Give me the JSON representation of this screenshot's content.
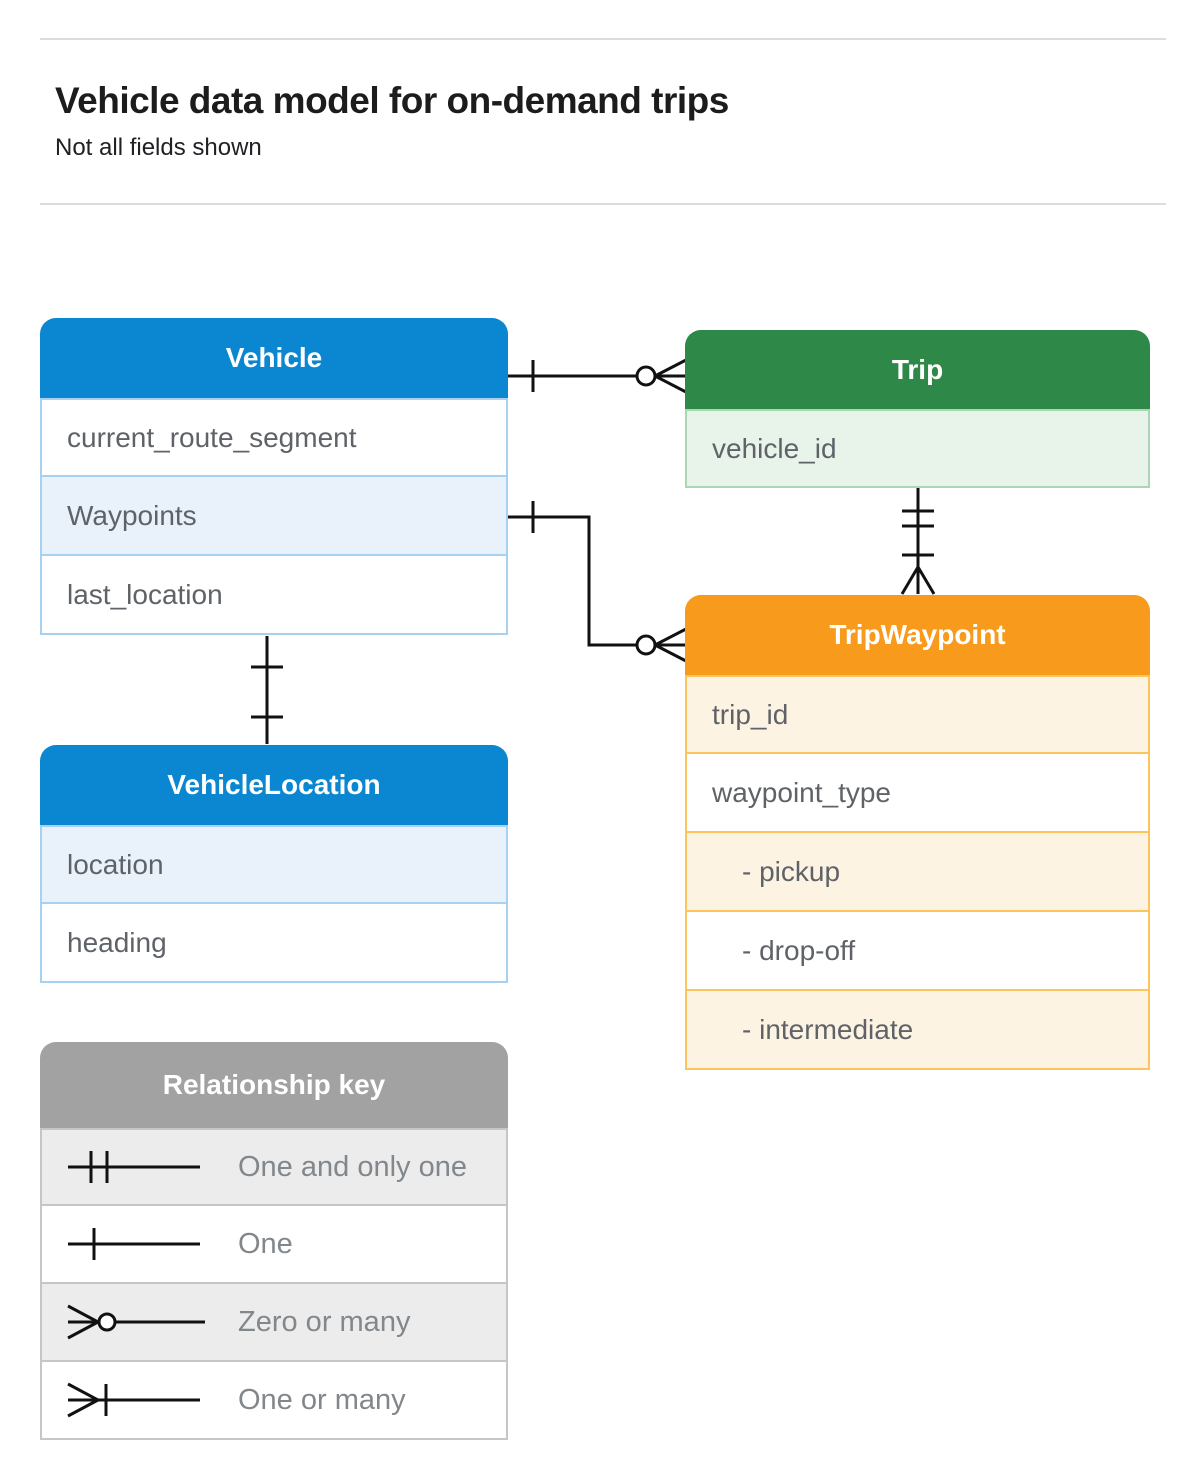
{
  "header": {
    "title": "Vehicle data model for on-demand trips",
    "subtitle": "Not all fields shown"
  },
  "tables": {
    "vehicle": {
      "title": "Vehicle",
      "rows": [
        "current_route_segment",
        "Waypoints",
        "last_location"
      ]
    },
    "trip": {
      "title": "Trip",
      "rows": [
        "vehicle_id"
      ]
    },
    "trip_waypoint": {
      "title": "TripWaypoint",
      "rows": [
        "trip_id",
        "waypoint_type",
        "- pickup",
        "- drop-off",
        "- intermediate"
      ]
    },
    "vehicle_location": {
      "title": "VehicleLocation",
      "rows": [
        "location",
        "heading"
      ]
    }
  },
  "legend": {
    "title": "Relationship key",
    "items": [
      {
        "icon": "one-and-only-one-icon",
        "label": "One and only one"
      },
      {
        "icon": "one-icon",
        "label": "One"
      },
      {
        "icon": "zero-or-many-icon",
        "label": "Zero or many"
      },
      {
        "icon": "one-or-many-icon",
        "label": "One or many"
      }
    ]
  },
  "relationships": [
    {
      "from": "Vehicle",
      "to": "Trip",
      "from_cardinality": "one",
      "to_cardinality": "zero-or-many"
    },
    {
      "from": "Vehicle.Waypoints",
      "to": "TripWaypoint",
      "from_cardinality": "one",
      "to_cardinality": "zero-or-many"
    },
    {
      "from": "Trip",
      "to": "TripWaypoint",
      "from_cardinality": "one-and-only-one",
      "to_cardinality": "one-or-many"
    },
    {
      "from": "Vehicle",
      "to": "VehicleLocation",
      "from_cardinality": "one",
      "to_cardinality": "one"
    }
  ],
  "colors": {
    "blue": "#0b87d2",
    "blue_tint": "#e9f1fb",
    "blue_border": "#a7d1ef",
    "green": "#2e8847",
    "green_tint": "#e8f3ea",
    "green_border": "#abd6b6",
    "orange": "#f89a1c",
    "orange_tint": "#fdf3e2",
    "orange_border": "#fbc55c",
    "gray": "#a2a2a2",
    "gray_tint": "#ececec",
    "gray_border": "#c6c6c6",
    "row_text": "#5f6368",
    "connector": "#111111"
  }
}
